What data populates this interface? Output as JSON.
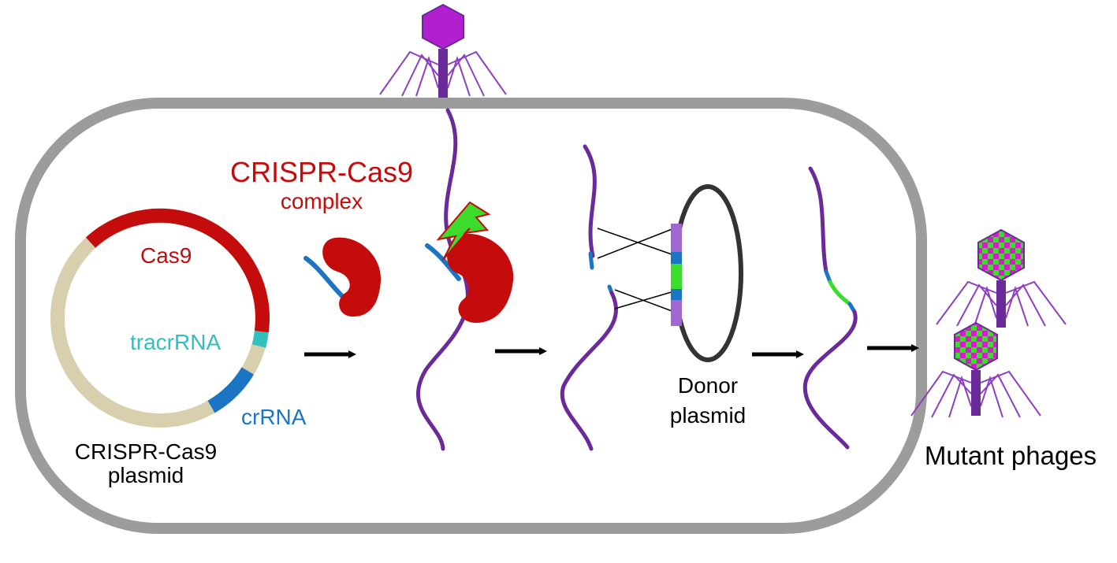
{
  "colors": {
    "cell_wall": "#9c9c9c",
    "cas9": "#c40c0c",
    "plasmid_backbone": "#d8cfae",
    "tracr": "#2fc1bd",
    "crrna": "#1c74c4",
    "phage_dna": "#6a2a9a",
    "phage_head": "#b11fcf",
    "green": "#3bdc2b",
    "donor_ring": "#333333",
    "donor_bar": "#a067d0",
    "arrow": "#000000"
  },
  "labels": {
    "complex_title": "CRISPR-Cas9",
    "complex_sub": "complex",
    "cas9": "Cas9",
    "tracrrna": "tracrRNA",
    "crrna": "crRNA",
    "plasmid_line1": "CRISPR-Cas9",
    "plasmid_line2": "plasmid",
    "donor_line1": "Donor",
    "donor_line2": "plasmid",
    "mutant": "Mutant phages"
  },
  "icons": [
    "phage-icon",
    "cas9-protein-icon",
    "lightning-bolt-icon",
    "arrow-right-icon",
    "mutant-phage-icon"
  ]
}
